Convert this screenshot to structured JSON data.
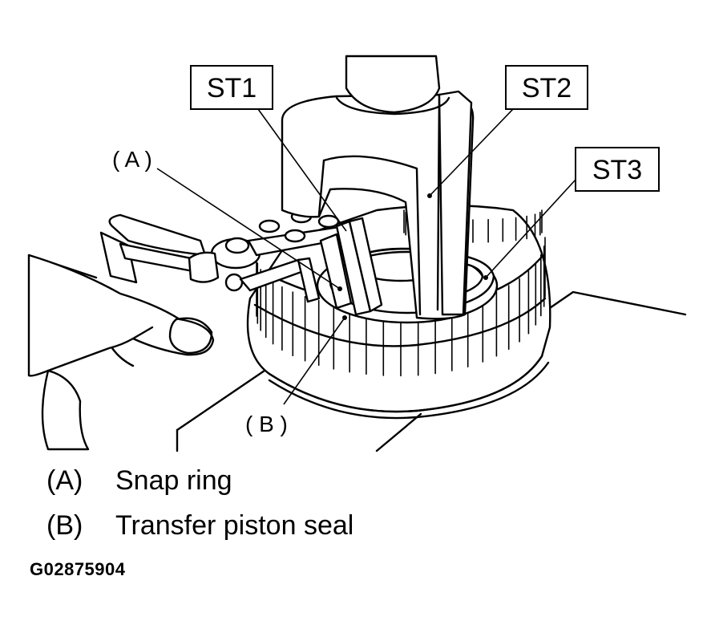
{
  "labels": {
    "st1": "ST1",
    "st2": "ST2",
    "st3": "ST3",
    "callout_a": "( A )",
    "callout_b": "( B )"
  },
  "legend": [
    {
      "key": "(A)",
      "text": "Snap ring"
    },
    {
      "key": "(B)",
      "text": "Transfer piston seal"
    }
  ],
  "figure_id": "G02875904"
}
